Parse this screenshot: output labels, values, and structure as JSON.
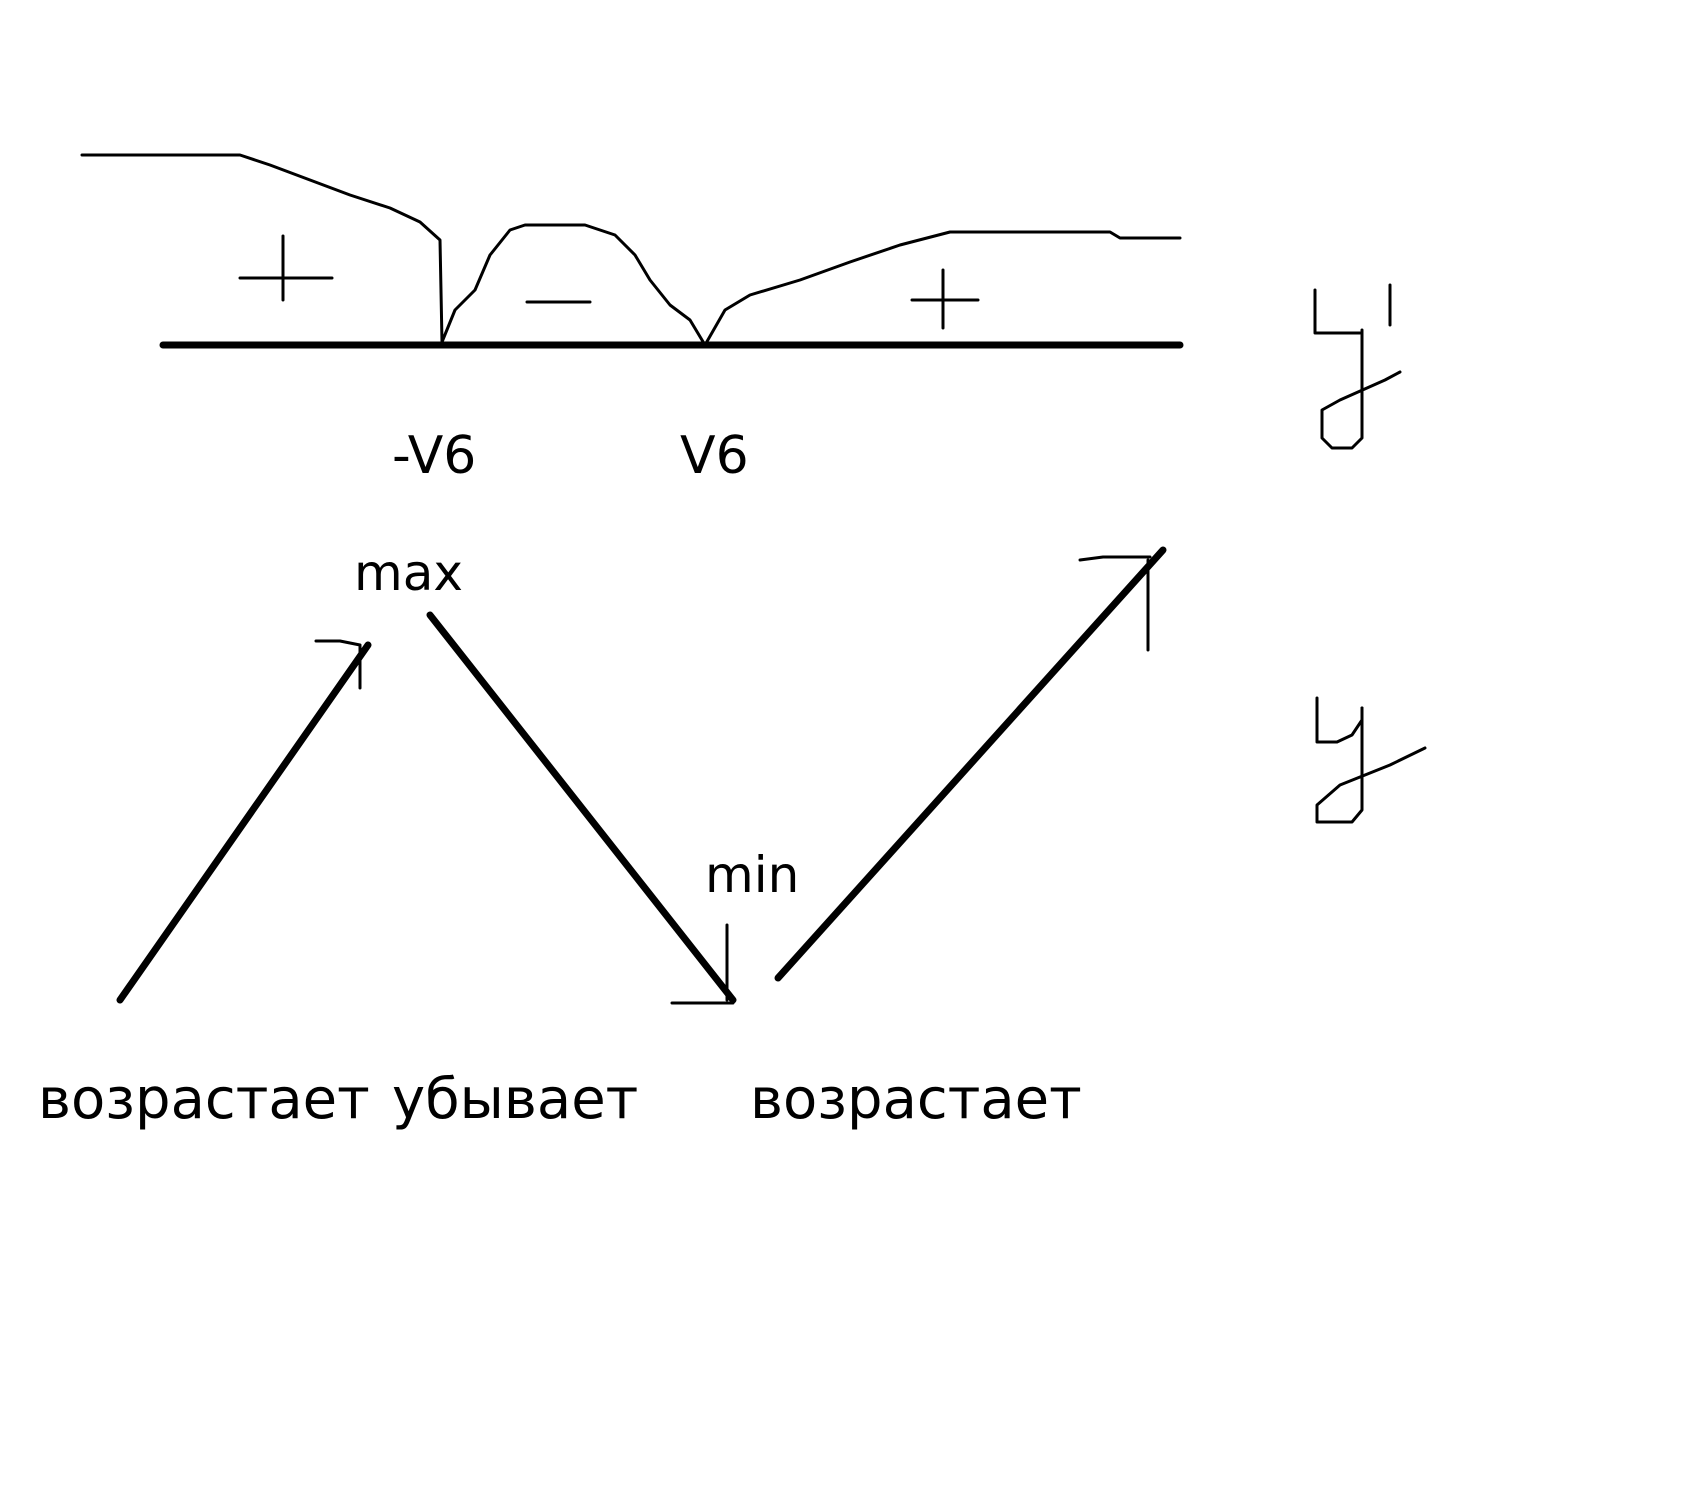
{
  "sign_line": {
    "points": [
      "-V6",
      "V6"
    ],
    "signs": [
      "+",
      "−",
      "+"
    ]
  },
  "extrema": {
    "max_label": "max",
    "min_label": "min"
  },
  "behavior": {
    "intervals": [
      "возрастает",
      "убывает",
      "возрастает"
    ]
  },
  "side_labels": {
    "derivative": "y'",
    "function": "y"
  },
  "colors": {
    "ink": "#000000",
    "background": "#ffffff"
  }
}
